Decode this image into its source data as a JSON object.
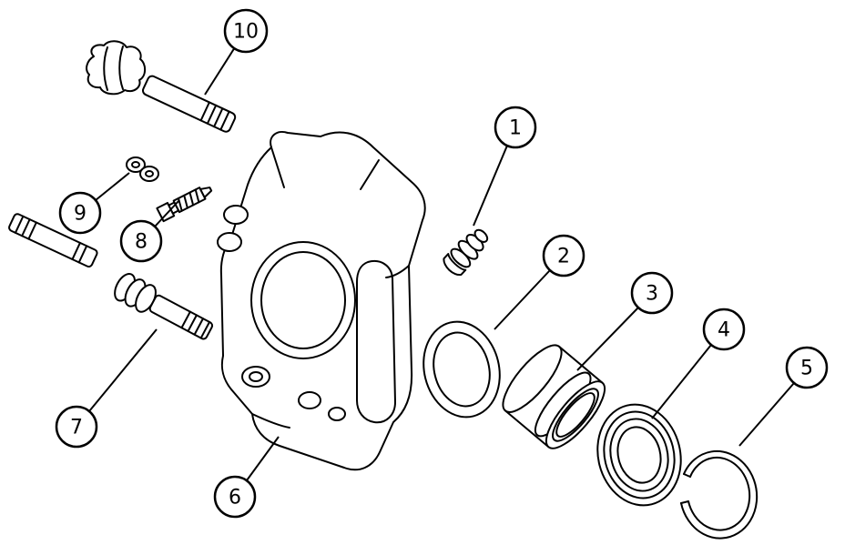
{
  "diagram": {
    "type": "exploded-parts-diagram",
    "subject": "disc-brake-caliper-assembly",
    "background_color": "#ffffff",
    "line_color": "#000000",
    "callouts": [
      {
        "label": "1",
        "part": "bolt-plug"
      },
      {
        "label": "2",
        "part": "piston-seal-ring"
      },
      {
        "label": "3",
        "part": "caliper-piston"
      },
      {
        "label": "4",
        "part": "dust-boot"
      },
      {
        "label": "5",
        "part": "retaining-snap-ring"
      },
      {
        "label": "6",
        "part": "caliper-housing"
      },
      {
        "label": "7",
        "part": "guide-pin-bolt-with-boot"
      },
      {
        "label": "8",
        "label_note": "",
        "part": "bleeder-screw"
      },
      {
        "label": "9",
        "part": "washers"
      },
      {
        "label": "10",
        "part": "guide-pin-with-boot"
      }
    ]
  }
}
